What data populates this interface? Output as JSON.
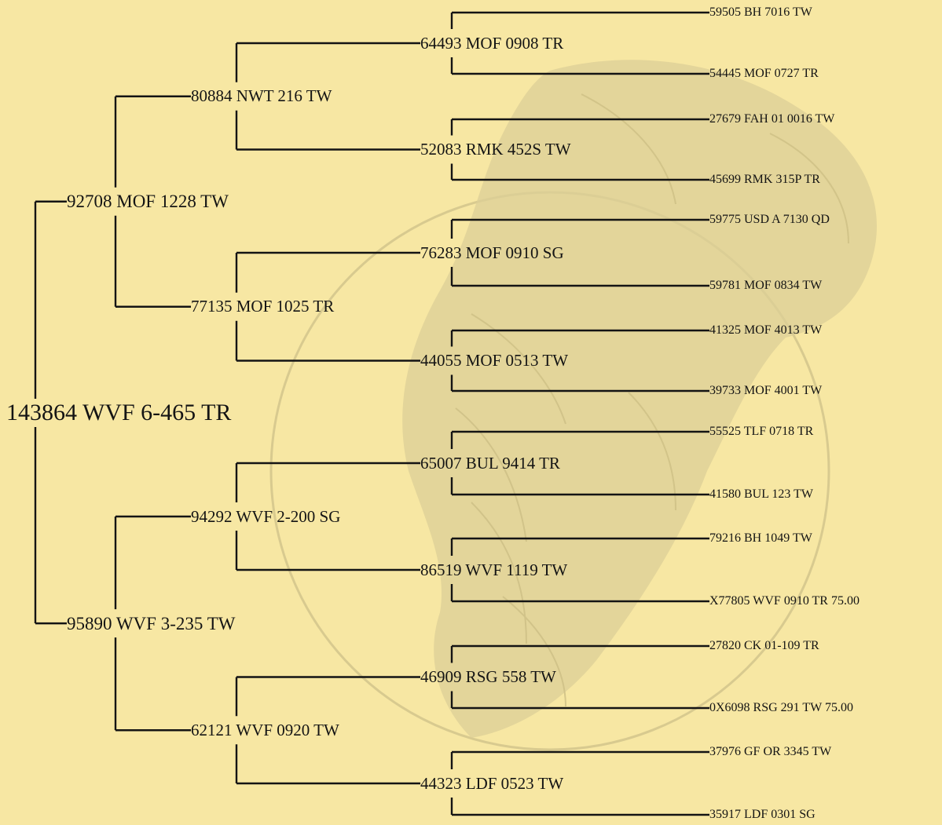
{
  "pedigree": {
    "root": {
      "label": "143864 WVF 6-465 TR",
      "sire": {
        "label": "92708 MOF 1228 TW",
        "sire": {
          "label": "80884 NWT 216 TW",
          "sire": {
            "label": "64493 MOF 0908 TR",
            "sire": {
              "label": "59505 BH 7016 TW"
            },
            "dam": {
              "label": "54445 MOF 0727 TR"
            }
          },
          "dam": {
            "label": "52083 RMK 452S TW",
            "sire": {
              "label": "27679 FAH 01 0016 TW"
            },
            "dam": {
              "label": "45699 RMK 315P TR"
            }
          }
        },
        "dam": {
          "label": "77135 MOF 1025 TR",
          "sire": {
            "label": "76283 MOF 0910 SG",
            "sire": {
              "label": "59775 USD A 7130 QD"
            },
            "dam": {
              "label": "59781 MOF 0834 TW"
            }
          },
          "dam": {
            "label": "44055 MOF 0513 TW",
            "sire": {
              "label": "41325 MOF 4013 TW"
            },
            "dam": {
              "label": "39733 MOF 4001 TW"
            }
          }
        }
      },
      "dam": {
        "label": "95890 WVF 3-235 TW",
        "sire": {
          "label": "94292 WVF 2-200 SG",
          "sire": {
            "label": "65007 BUL 9414 TR",
            "sire": {
              "label": "55525 TLF 0718 TR"
            },
            "dam": {
              "label": "41580 BUL 123 TW"
            }
          },
          "dam": {
            "label": "86519 WVF 1119 TW",
            "sire": {
              "label": "79216 BH 1049 TW"
            },
            "dam": {
              "label": "X77805 WVF 0910 TR 75.00"
            }
          }
        },
        "dam": {
          "label": "62121 WVF 0920 TW",
          "sire": {
            "label": "46909 RSG 558 TW",
            "sire": {
              "label": "27820 CK 01-109 TR"
            },
            "dam": {
              "label": "0X6098 RSG 291 TW 75.00"
            }
          },
          "dam": {
            "label": "44323 LDF 0523 TW",
            "sire": {
              "label": "37976 GF OR 3345 TW"
            },
            "dam": {
              "label": "35917 LDF 0301 SG"
            }
          }
        }
      }
    }
  },
  "colors": {
    "background": "#f7e7a3",
    "line": "#141414",
    "text": "#141414",
    "watermark": "#d9cc93"
  },
  "watermark": {
    "icon": "ram-head-seal-icon"
  }
}
